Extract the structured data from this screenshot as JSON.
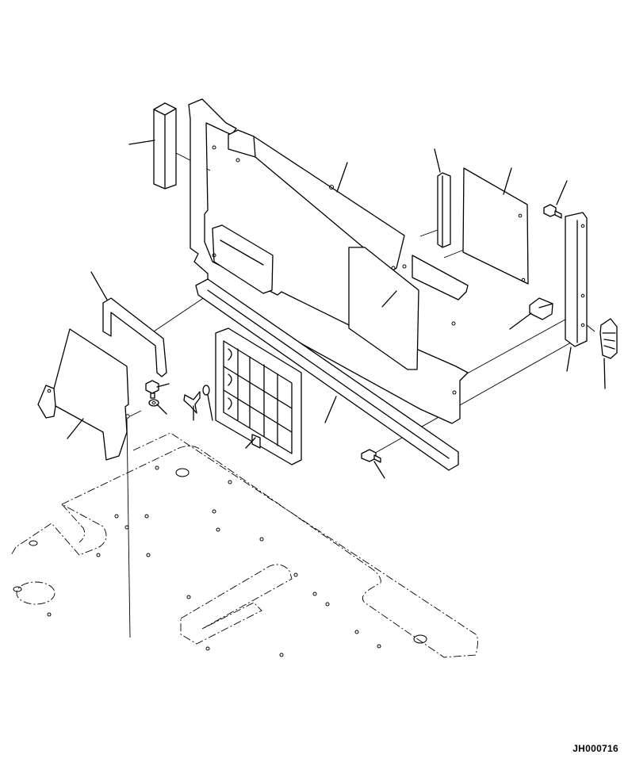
{
  "diagram": {
    "drawing_number": "JH000716",
    "parts": [
      "foam-block-left",
      "rear-panel",
      "foam-strip",
      "cover-plate",
      "hex-bolt-top-right",
      "bracket-plate",
      "clip",
      "small-block",
      "handle-bar",
      "side-cover",
      "bolt",
      "washer",
      "wing-nut",
      "washer-small",
      "filter-grille",
      "long-strip",
      "flange-bolt",
      "floor-plate"
    ],
    "colors": {
      "line": "#000000",
      "background": "#ffffff"
    }
  }
}
